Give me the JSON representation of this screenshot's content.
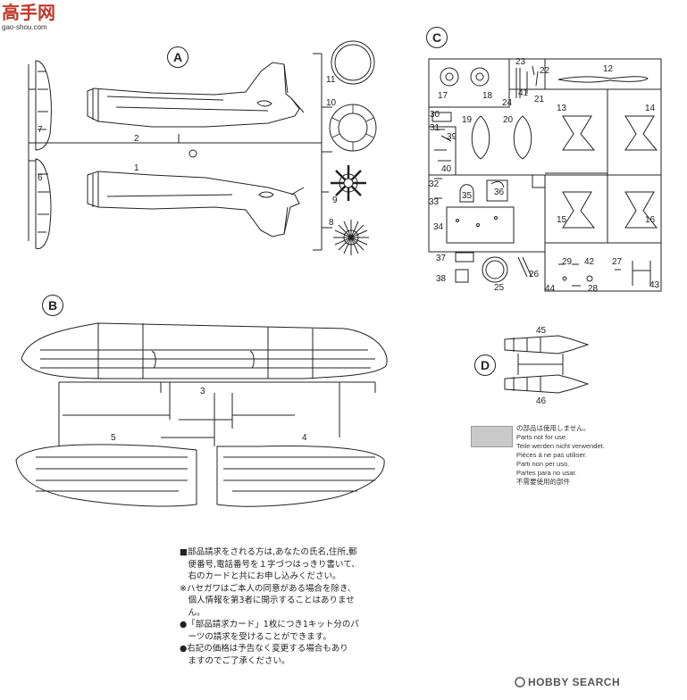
{
  "watermark": {
    "logo": "高手网",
    "url": "gao-shou.com"
  },
  "sprues": {
    "A": {
      "label": "A",
      "parts": [
        "1",
        "2",
        "6",
        "7",
        "8",
        "9",
        "10",
        "11"
      ]
    },
    "B": {
      "label": "B",
      "parts": [
        "3",
        "4",
        "5"
      ]
    },
    "C": {
      "label": "C",
      "parts": [
        "12",
        "13",
        "14",
        "15",
        "16",
        "17",
        "18",
        "19",
        "20",
        "21",
        "22",
        "23",
        "24",
        "25",
        "26",
        "27",
        "28",
        "29",
        "30",
        "31",
        "32",
        "33",
        "34",
        "35",
        "36",
        "37",
        "38",
        "39",
        "40",
        "41",
        "42",
        "43",
        "44"
      ]
    },
    "D": {
      "label": "D",
      "parts": [
        "45",
        "46"
      ]
    }
  },
  "legend": {
    "lines": [
      "の部品は使用しません。",
      "Parts not for use.",
      "Teile werden nicht verwendet.",
      "Pièces à ne pas utiliser.",
      "Parti non per uso.",
      "Partes para no usar.",
      "不需要使用的部件"
    ]
  },
  "notes": [
    "■部品請求をされる方は,あなたの氏名,住所,郵",
    "　便番号,電話番号を１字づつはっきり書いて、",
    "　右のカードと共にお申し込みください。",
    "※ハセガワはご本人の同意がある場合を除き、",
    "　個人情報を第3者に開示することはありませ",
    "　ん。",
    "●「部品請求カード」1枚につき1キット分のパ",
    "　ーツの請求を受けることができます。",
    "●右記の価格は予告なく変更する場合もあり",
    "　ますのでご了承ください。"
  ],
  "footer": {
    "brand": "HOBBY SEARCH"
  }
}
